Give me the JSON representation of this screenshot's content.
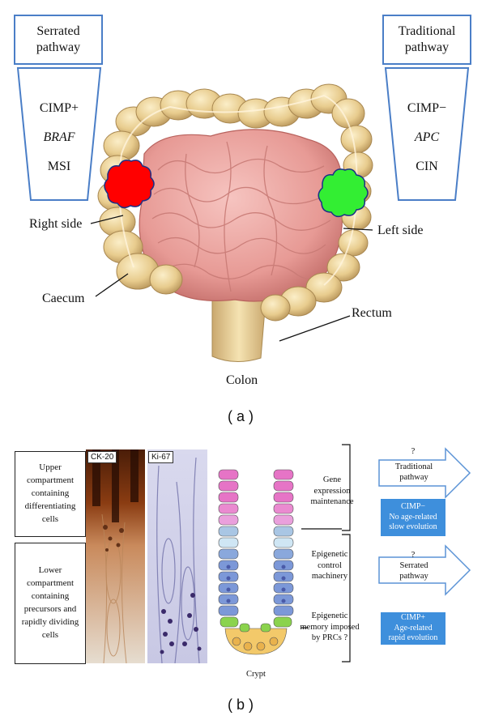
{
  "panel_a": {
    "serrated_box": "Serrated pathway",
    "traditional_box": "Traditional pathway",
    "left_funnel": {
      "line1": "CIMP+",
      "line2": "BRAF",
      "line3": "MSI"
    },
    "right_funnel": {
      "line1": "CIMP−",
      "line2": "APC",
      "line3": "CIN"
    },
    "right_side": "Right side",
    "left_side": "Left side",
    "caecum": "Caecum",
    "rectum": "Rectum",
    "colon": "Colon",
    "panel_label": "( a )",
    "colors": {
      "red_lesion": "#ff0000",
      "green_lesion": "#33ee33",
      "box_border": "#4a7ec7"
    }
  },
  "panel_b": {
    "upper_box": "Upper compartment containing differentiating cells",
    "lower_box": "Lower compartment containing precursors and rapidly dividing cells",
    "ck20": "CK-20",
    "ki67": "Ki-67",
    "gene_expression": "Gene expression maintenance",
    "epigenetic_control": "Epigenetic control machinery",
    "epigenetic_memory": "Epigenetic memory imposed by PRCs ?",
    "crypt": "Crypt",
    "question_1": "?",
    "traditional_arrow": "Traditional pathway",
    "cimp_minus_box": {
      "line1": "CIMP−",
      "line2": "No age-related",
      "line3": "slow evolution"
    },
    "question_2": "?",
    "serrated_arrow": "Serrated pathway",
    "cimp_plus_box": {
      "line1": "CIMP+",
      "line2": "Age-related",
      "line3": "rapid evolution"
    },
    "panel_label": "( b )",
    "colors": {
      "blue_box": "#3e8fdc",
      "arrow_stroke": "#5b93d6"
    }
  }
}
